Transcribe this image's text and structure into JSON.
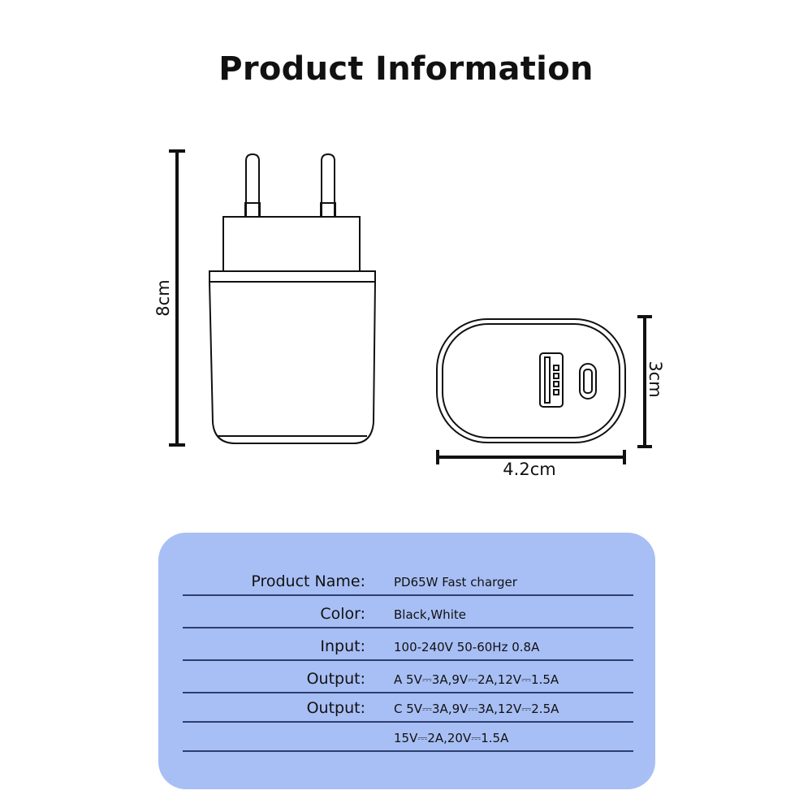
{
  "title": "Product Information",
  "dimensions": {
    "height": "8cm",
    "depth": "3cm",
    "width": "4.2cm"
  },
  "spec_table": {
    "rows": [
      {
        "label": "Product Name:",
        "value": "PD65W Fast charger"
      },
      {
        "label": "Color:",
        "value": "Black,White"
      },
      {
        "label": "Input:",
        "value": "100-240V 50-60Hz 0.8A"
      },
      {
        "label": "Output:",
        "value": "A 5V⎓3A,9V⎓2A,12V⎓1.5A"
      },
      {
        "label": "Output:",
        "value": "C 5V⎓3A,9V⎓3A,12V⎓2.5A"
      },
      {
        "label": "",
        "value": "15V⎓2A,20V⎓1.5A"
      }
    ]
  },
  "colors": {
    "panel": "#a8bff5",
    "rule": "#2c3e6e",
    "ink": "#111111"
  }
}
